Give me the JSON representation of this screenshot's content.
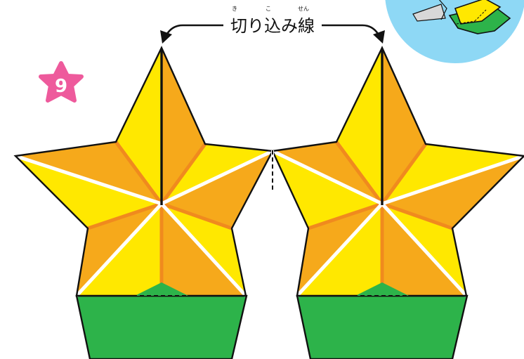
{
  "label": {
    "text": "切り込み線",
    "ruby": [
      "き",
      "こ",
      "せん"
    ]
  },
  "step": {
    "number": "9"
  },
  "colors": {
    "star_light": "#FFE800",
    "star_dark": "#F6A91B",
    "star_crease": "#F08A1E",
    "stem_green": "#2DB34A",
    "step_badge": "#EE5A9C",
    "inset_sky": "#8ED8F5",
    "outline": "#111111"
  },
  "icons": {
    "arrow_left": "curved-arrow-left-icon",
    "arrow_right": "curved-arrow-right-icon",
    "step_badge": "pink-star-badge-icon",
    "inset": "folded-paper-inset-icon"
  }
}
